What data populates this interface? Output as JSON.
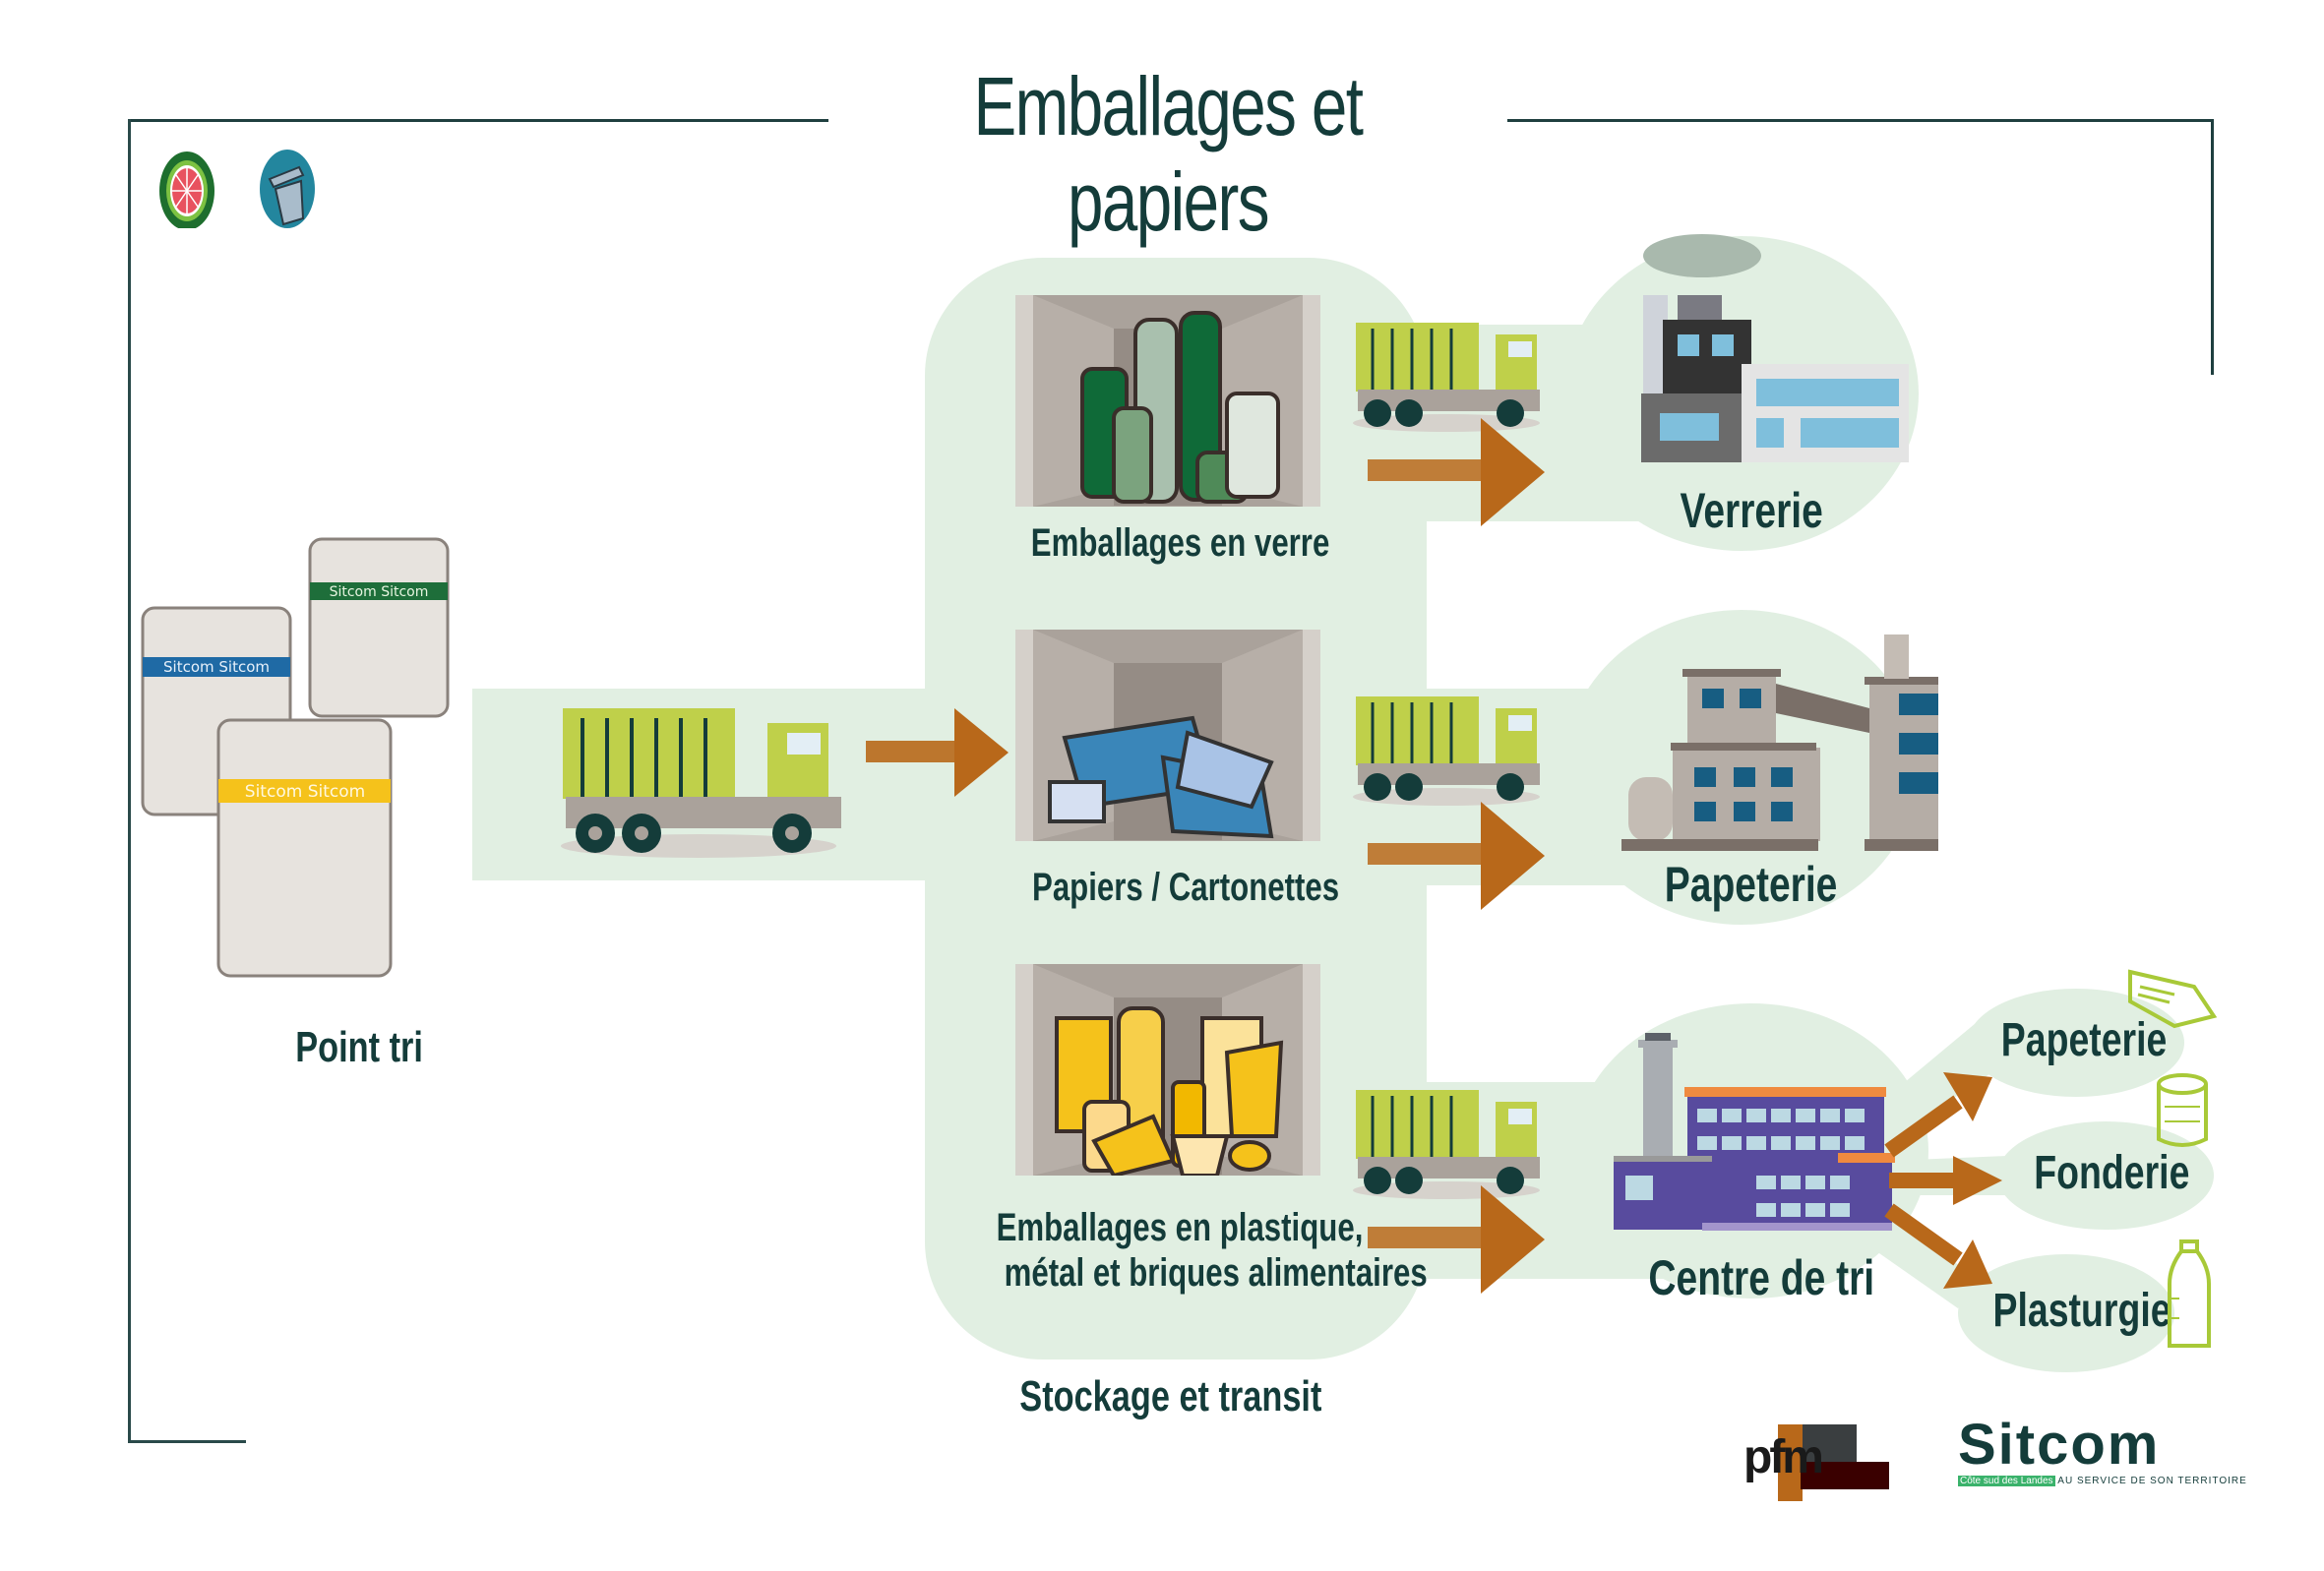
{
  "title": "Emballages et papiers",
  "header_icons": [
    {
      "name": "compost-recycle-icon"
    },
    {
      "name": "trash-bin-icon"
    }
  ],
  "source": {
    "label": "Point tri",
    "container_brand": "Sitcom",
    "container_colors": [
      "#1e6e3a",
      "#1f6aa5",
      "#f5c21b"
    ]
  },
  "stage_label": "Stockage et transit",
  "streams": [
    {
      "material": "Emballages en verre",
      "destination": "Verrerie"
    },
    {
      "material": "Papiers / Cartonettes",
      "destination": "Papeterie"
    },
    {
      "material_line1": "Emballages en plastique,",
      "material_line2": "métal et briques alimentaires",
      "destination": "Centre de tri"
    }
  ],
  "sorting_outputs": [
    {
      "label": "Papeterie",
      "icon": "newspaper-icon"
    },
    {
      "label": "Fonderie",
      "icon": "tin-can-icon"
    },
    {
      "label": "Plasturgie",
      "icon": "plastic-bottle-icon"
    }
  ],
  "logos": {
    "pfm": "pfm",
    "sitcom": "Sitcom",
    "sitcom_region": "Côte sud des Landes",
    "sitcom_tagline": "AU SERVICE DE SON TERRITOIRE"
  },
  "colors": {
    "text": "#143c3a",
    "flow_bg": "#e1efe2",
    "arrow": "#b8681a",
    "truck": "#bfd04a"
  }
}
